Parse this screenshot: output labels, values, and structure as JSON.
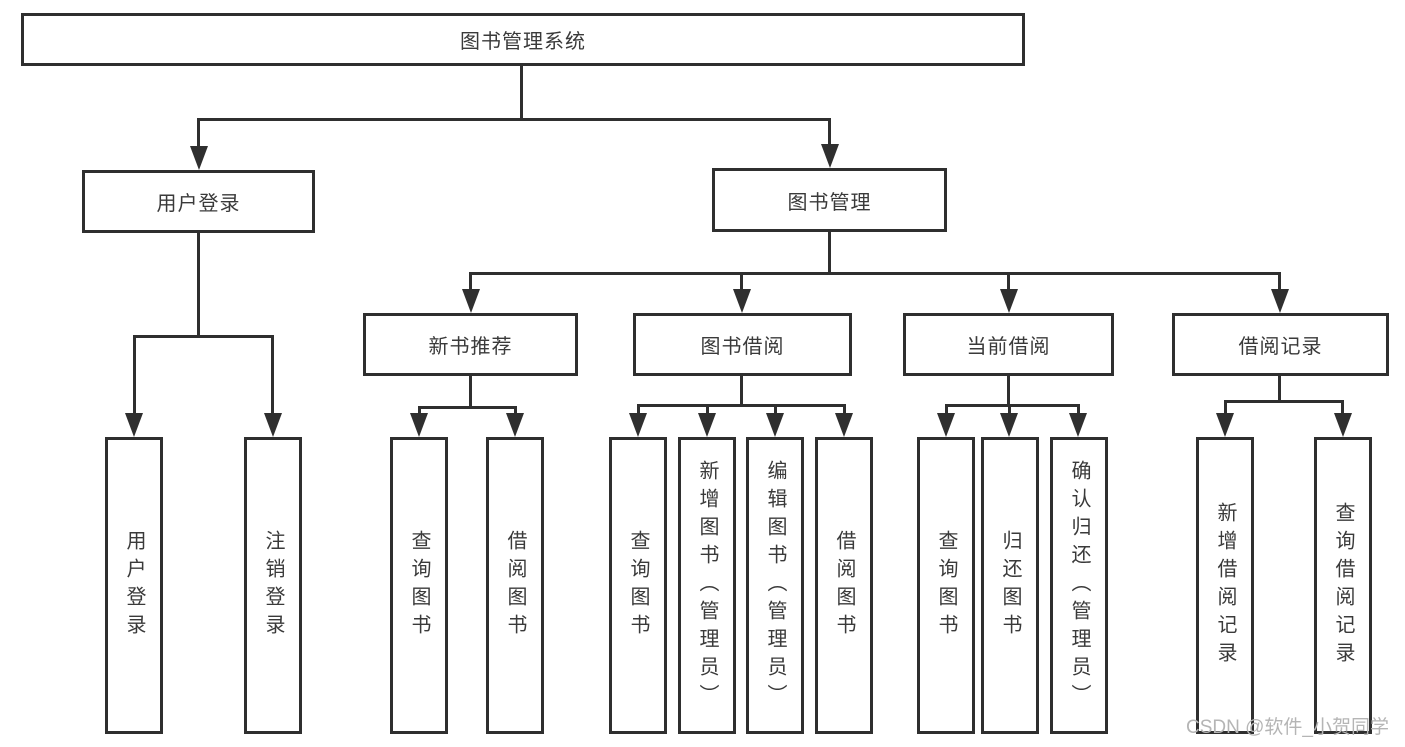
{
  "colors": {
    "line": "#2f2f2f",
    "text": "#3a3a3a",
    "background": "#ffffff",
    "watermark": "#b5b5b5"
  },
  "watermark": "CSDN @软件_小贺同学",
  "tree": {
    "root": {
      "label": "图书管理系统"
    },
    "branches": [
      {
        "label": "用户登录",
        "children": [
          {
            "label": "用户登录"
          },
          {
            "label": "注销登录"
          }
        ]
      },
      {
        "label": "图书管理",
        "children": [
          {
            "label": "新书推荐",
            "children": [
              {
                "label": "查询图书"
              },
              {
                "label": "借阅图书"
              }
            ]
          },
          {
            "label": "图书借阅",
            "children": [
              {
                "label": "查询图书"
              },
              {
                "label": "新增图书（管理员）"
              },
              {
                "label": "编辑图书（管理员）"
              },
              {
                "label": "借阅图书"
              }
            ]
          },
          {
            "label": "当前借阅",
            "children": [
              {
                "label": "查询图书"
              },
              {
                "label": "归还图书"
              },
              {
                "label": "确认归还（管理员）"
              }
            ]
          },
          {
            "label": "借阅记录",
            "children": [
              {
                "label": "新增借阅记录"
              },
              {
                "label": "查询借阅记录"
              }
            ]
          }
        ]
      }
    ]
  }
}
